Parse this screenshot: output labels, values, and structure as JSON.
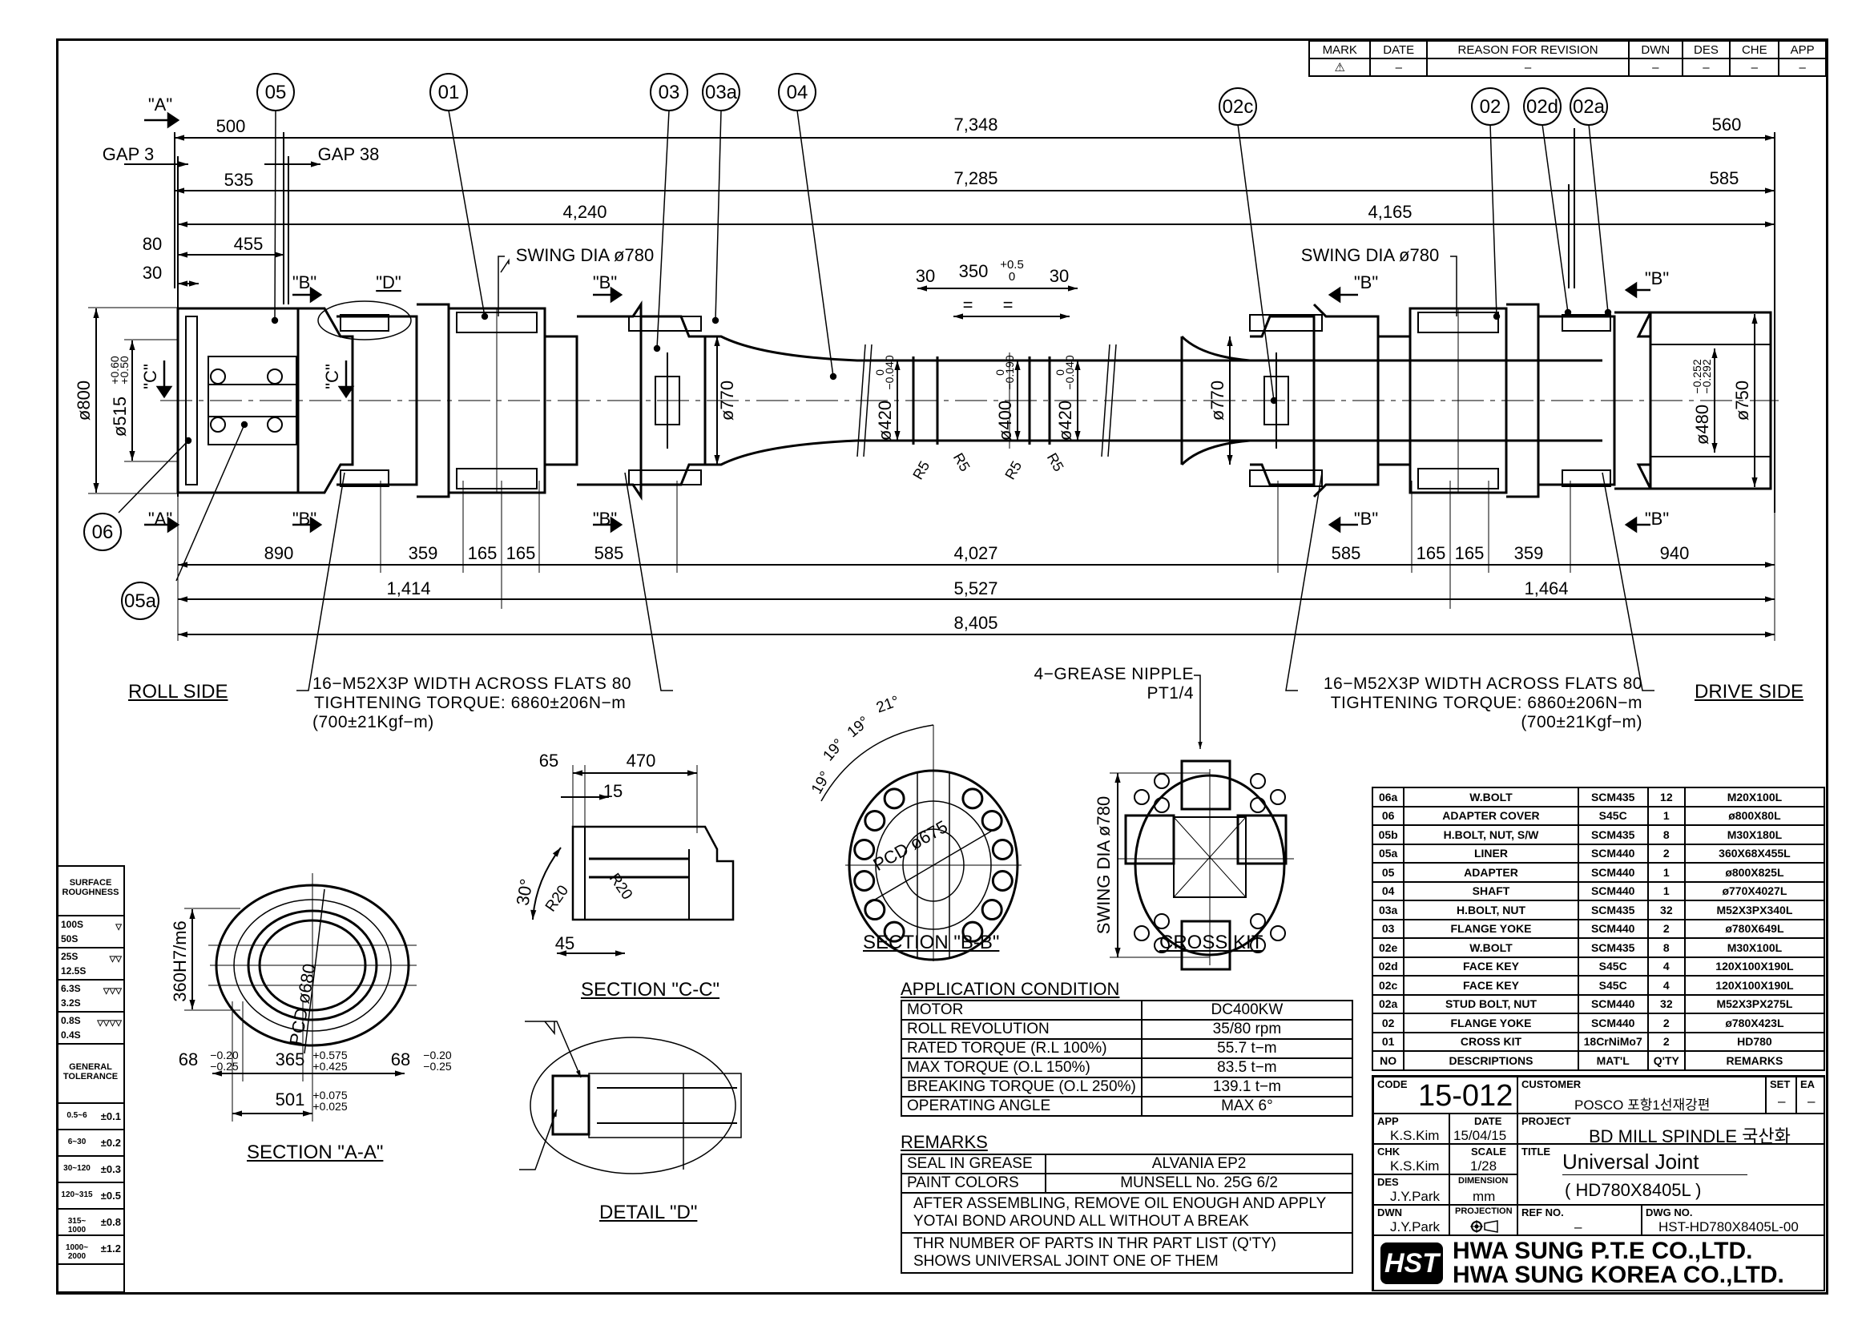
{
  "revision_table": {
    "headers": [
      "MARK",
      "DATE",
      "REASON FOR REVISION",
      "DWN",
      "DES",
      "CHE",
      "APP"
    ],
    "row": [
      "⚠",
      "–",
      "–",
      "–",
      "–",
      "–",
      "–"
    ]
  },
  "balloons": {
    "b05": "05",
    "b01": "01",
    "b03": "03",
    "b03a": "03a",
    "b04": "04",
    "b02c": "02c",
    "b02": "02",
    "b02d": "02d",
    "b02a": "02a",
    "b06": "06",
    "b05a": "05a"
  },
  "section_markers": {
    "A": "\"A\"",
    "B": "\"B\"",
    "C": "\"C\"",
    "D": "\"D\""
  },
  "top_dims": {
    "d500": "500",
    "gap3": "GAP  3",
    "gap38": "GAP  38",
    "d535": "535",
    "d4240": "4,240",
    "d80": "80",
    "d455": "455",
    "d30": "30",
    "d7348": "7,348",
    "d7285": "7,285",
    "d4165": "4,165",
    "d560": "560",
    "d585": "585",
    "swing_left": "SWING  DIA  ø780",
    "swing_right": "SWING  DIA  ø780",
    "c30a": "30",
    "c350": "350",
    "c350_tol_up": "+0.5",
    "c350_tol_lo": "0",
    "c30b": "30",
    "eq1": "=",
    "eq2": "="
  },
  "vertical_dims": {
    "d800": "ø800",
    "d515": "ø515",
    "d515_tol_up": "+0.60",
    "d515_tol_lo": "+0.50",
    "d770a": "ø770",
    "d420a": "ø420",
    "d420a_tol_up": "0",
    "d420a_tol_lo": "−0.040",
    "d400": "ø400",
    "d400_tol_up": "0",
    "d400_tol_lo": "−0.190",
    "d420b": "ø420",
    "d420b_tol_up": "0",
    "d420b_tol_lo": "−0.040",
    "d770b": "ø770",
    "d480": "ø480",
    "d480_tol_up": "−0.252",
    "d480_tol_lo": "−0.292",
    "d750": "ø750",
    "r5": "R5"
  },
  "bottom_dims": {
    "d890": "890",
    "d359a": "359",
    "d165a": "165",
    "d165b": "165",
    "d585a": "585",
    "d4027": "4,027",
    "d585b": "585",
    "d165c": "165",
    "d165d": "165",
    "d359b": "359",
    "d940": "940",
    "d1414": "1,414",
    "d5527": "5,527",
    "d1464": "1,464",
    "d8405": "8,405"
  },
  "side_labels": {
    "roll": "ROLL SIDE",
    "drive": "DRIVE SIDE"
  },
  "bolt_notes": {
    "left": [
      "16−M52X3P  WIDTH  ACROSS  FLATS  80",
      "TIGHTENING  TORQUE:  6860±206N−m",
      "(700±21Kgf−m)"
    ],
    "right": [
      "16−M52X3P  WIDTH  ACROSS  FLATS  80",
      "TIGHTENING  TORQUE:  6860±206N−m",
      "(700±21Kgf−m)"
    ]
  },
  "grease_note": [
    "4−GREASE  NIPPLE",
    "PT1/4"
  ],
  "section_aa": {
    "label": "SECTION \"A-A\"",
    "d360": "360H7/m6",
    "pcd": "PCD  ø680",
    "d68l": "68",
    "d68l_up": "−0.20",
    "d68l_lo": "−0.25",
    "d365": "365",
    "d365_up": "+0.575",
    "d365_lo": "+0.425",
    "d68r": "68",
    "d68r_up": "−0.20",
    "d68r_lo": "−0.25",
    "d501": "501",
    "d501_up": "+0.075",
    "d501_lo": "+0.025"
  },
  "section_cc": {
    "label": "SECTION \"C-C\"",
    "d65": "65",
    "d470": "470",
    "d15": "15",
    "d45": "45",
    "a30": "30°",
    "r20a": "R20",
    "r20b": "R20"
  },
  "section_bb": {
    "label": "SECTION \"B-B\"",
    "pcd": "PCD  ø675",
    "a19a": "19°",
    "a19b": "19°",
    "a19c": "19°",
    "a21": "21°"
  },
  "cross_kit": {
    "label": "CROSS KIT",
    "swing": "SWING  DIA  ø780"
  },
  "detail_d": {
    "label": "DETAIL \"D\""
  },
  "application_condition": {
    "title": "APPLICATION CONDITION",
    "rows": [
      [
        "MOTOR",
        "DC400KW"
      ],
      [
        "ROLL REVOLUTION",
        "35/80  rpm"
      ],
      [
        "RATED TORQUE (R.L 100%)",
        "55.7  t−m"
      ],
      [
        "MAX TORQUE (O.L 150%)",
        "83.5  t−m"
      ],
      [
        "BREAKING TORQUE  (O.L 250%)",
        "139.1  t−m"
      ],
      [
        "OPERATING ANGLE",
        "MAX  6°"
      ]
    ]
  },
  "remarks": {
    "title": "REMARKS",
    "rows": [
      [
        "SEAL IN GREASE",
        "ALVANIA  EP2"
      ],
      [
        "PAINT COLORS",
        "MUNSELL  No.  25G  6/2"
      ]
    ],
    "notes": [
      [
        "AFTER  ASSEMBLING,  REMOVE  OIL  ENOUGH  AND  APPLY",
        "YOTAI  BOND  AROUND  ALL  WITHOUT  A  BREAK"
      ],
      [
        "THR  NUMBER  OF  PARTS  IN  THR  PART  LIST  (Q'TY)",
        "SHOWS  UNIVERSAL  JOINT  ONE  OF  THEM"
      ]
    ]
  },
  "parts_list": {
    "rows": [
      [
        "06a",
        "W.BOLT",
        "SCM435",
        "12",
        "M20X100L"
      ],
      [
        "06",
        "ADAPTER  COVER",
        "S45C",
        "1",
        "ø800X80L"
      ],
      [
        "05b",
        "H.BOLT,  NUT,  S/W",
        "SCM435",
        "8",
        "M30X180L"
      ],
      [
        "05a",
        "LINER",
        "SCM440",
        "2",
        "360X68X455L"
      ],
      [
        "05",
        "ADAPTER",
        "SCM440",
        "1",
        "ø800X825L"
      ],
      [
        "04",
        "SHAFT",
        "SCM440",
        "1",
        "ø770X4027L"
      ],
      [
        "03a",
        "H.BOLT,  NUT",
        "SCM435",
        "32",
        "M52X3PX340L"
      ],
      [
        "03",
        "FLANGE  YOKE",
        "SCM440",
        "2",
        "ø780X649L"
      ],
      [
        "02e",
        "W.BOLT",
        "SCM435",
        "8",
        "M30X100L"
      ],
      [
        "02d",
        "FACE  KEY",
        "S45C",
        "4",
        "120X100X190L"
      ],
      [
        "02c",
        "FACE  KEY",
        "S45C",
        "4",
        "120X100X190L"
      ],
      [
        "02a",
        "STUD  BOLT,  NUT",
        "SCM440",
        "32",
        "M52X3PX275L"
      ],
      [
        "02",
        "FLANGE  YOKE",
        "SCM440",
        "2",
        "ø780X423L"
      ],
      [
        "01",
        "CROSS  KIT",
        "18CrNiMo7",
        "2",
        "HD780"
      ]
    ],
    "header": [
      "NO",
      "DESCRIPTIONS",
      "MAT'L",
      "Q'TY",
      "REMARKS"
    ]
  },
  "title_block": {
    "code_label": "CODE",
    "code": "15-012",
    "customer_label": "CUSTOMER",
    "customer": "POSCO 포항1선재강편",
    "set_label": "SET",
    "set": "–",
    "ea_label": "EA",
    "ea": "–",
    "app_label": "APP",
    "app": "K.S.Kim",
    "date_label": "DATE",
    "date": "15/04/15",
    "project_label": "PROJECT",
    "project": "BD MILL SPINDLE 국산화",
    "chk_label": "CHK",
    "chk": "K.S.Kim",
    "scale_label": "SCALE",
    "scale": "1/28",
    "title_label": "TITLE",
    "title": "Universal Joint",
    "subtitle": "( HD780X8405L )",
    "des_label": "DES",
    "des": "J.Y.Park",
    "dimension_label": "DIMENSION",
    "dimension": "mm",
    "dwn_label": "DWN",
    "dwn": "J.Y.Park",
    "projection_label": "PROJECTION",
    "projection_icon": "third-angle-projection-icon",
    "ref_label": "REF  NO.",
    "ref": "–",
    "dwg_label": "DWG  NO.",
    "dwg": "HST-HD780X8405L-00",
    "logo_text": "HST",
    "company1": "HWA SUNG P.T.E CO.,LTD.",
    "company2": "HWA SUNG KOREA CO.,LTD."
  },
  "legend": {
    "surface_title": "SURFACE ROUGHNESS",
    "roughness": [
      [
        "100S",
        "50S"
      ],
      [
        "25S",
        "12.5S"
      ],
      [
        "6.3S",
        "3.2S"
      ],
      [
        "0.8S",
        "0.4S"
      ]
    ],
    "roughness_marks": [
      "▽",
      "▽▽",
      "▽▽▽",
      "▽▽▽▽"
    ],
    "tolerance_title": "GENERAL TOLERANCE",
    "tolerances": [
      [
        "0.5~6",
        "±0.1"
      ],
      [
        "6~30",
        "±0.2"
      ],
      [
        "30~120",
        "±0.3"
      ],
      [
        "120~315",
        "±0.5"
      ],
      [
        "315~ 1000",
        "±0.8"
      ],
      [
        "1000~ 2000",
        "±1.2"
      ]
    ]
  }
}
